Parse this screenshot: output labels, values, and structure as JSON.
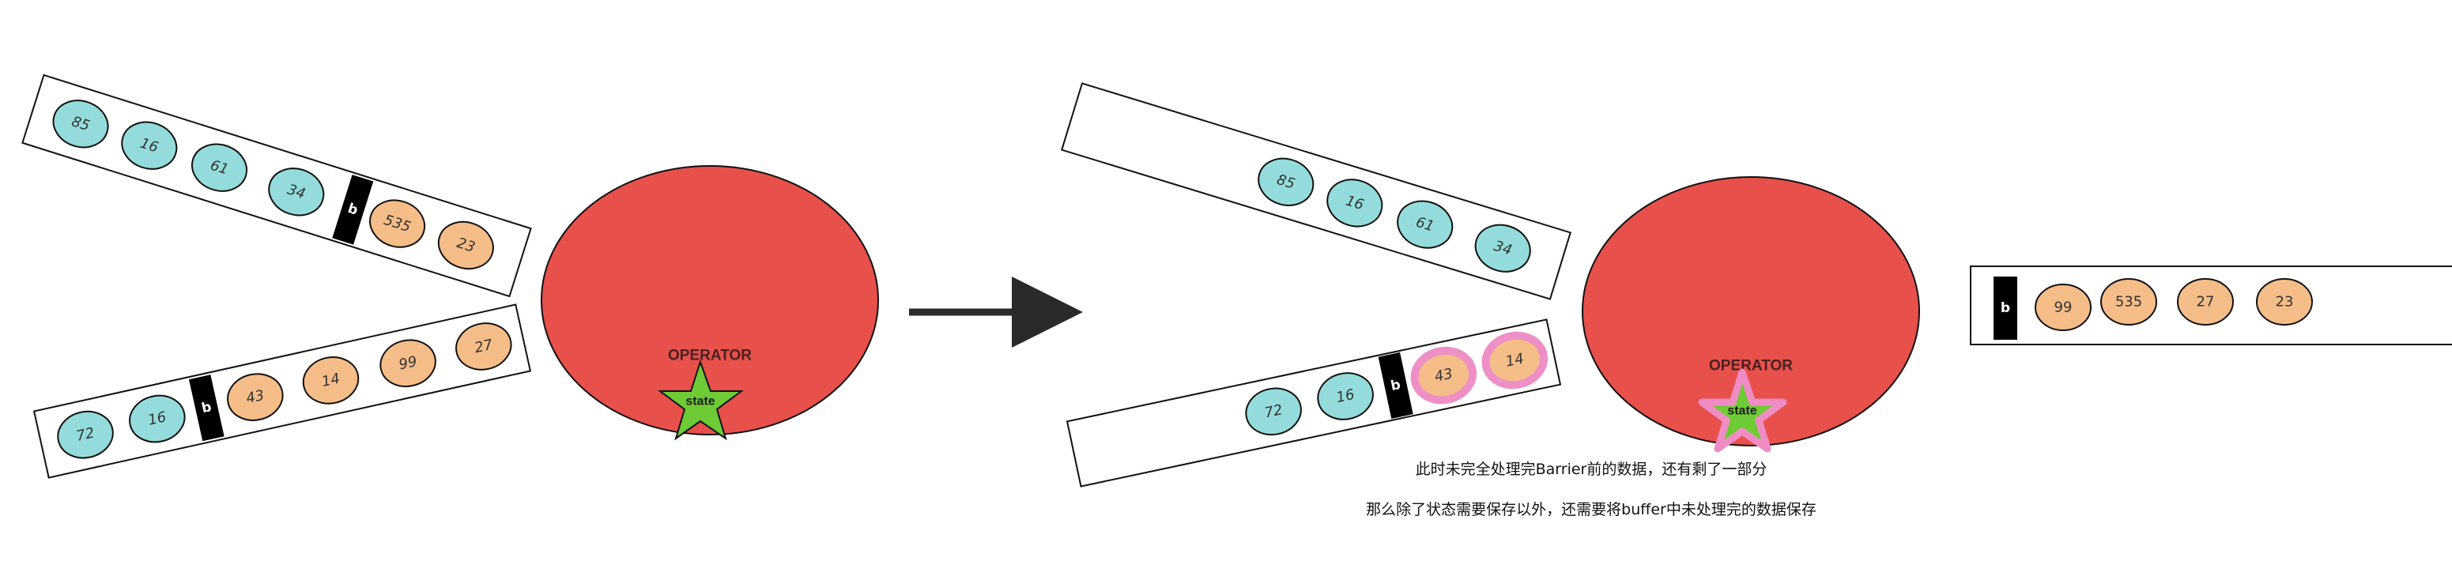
{
  "left": {
    "top_lane": {
      "cyan_records": [
        "85",
        "16",
        "61",
        "34"
      ],
      "barrier": "b",
      "orange_records": [
        "535",
        "23"
      ]
    },
    "bottom_lane": {
      "cyan_records": [
        "72",
        "16"
      ],
      "barrier": "b",
      "orange_records": [
        "43",
        "14",
        "99",
        "27"
      ]
    },
    "operator": {
      "label": "OPERATOR",
      "state": "state"
    }
  },
  "right": {
    "top_lane": {
      "cyan_records": [
        "85",
        "16",
        "61",
        "34"
      ]
    },
    "bottom_lane": {
      "cyan_records": [
        "72",
        "16"
      ],
      "barrier": "b",
      "highlighted_orange_records": [
        "43",
        "14"
      ]
    },
    "operator": {
      "label": "OPERATOR",
      "state": "state"
    },
    "output_lane": {
      "barrier": "b",
      "orange_records": [
        "99",
        "535",
        "27",
        "23"
      ]
    }
  },
  "captions": {
    "line1": "此时未完全处理完Barrier前的数据，还有剩了一部分",
    "line2": "那么除了状态需要保存以外，还需要将buffer中未处理完的数据保存"
  },
  "colors": {
    "record_cyan": "#94dcdc",
    "record_orange": "#f5bd88",
    "operator_red": "#e8504b",
    "state_green": "#6ecb35",
    "highlight_pink": "#ee8fc6",
    "barrier_black": "#000000"
  },
  "icons": {
    "transition": "arrow-right-icon",
    "state": "star-icon"
  }
}
